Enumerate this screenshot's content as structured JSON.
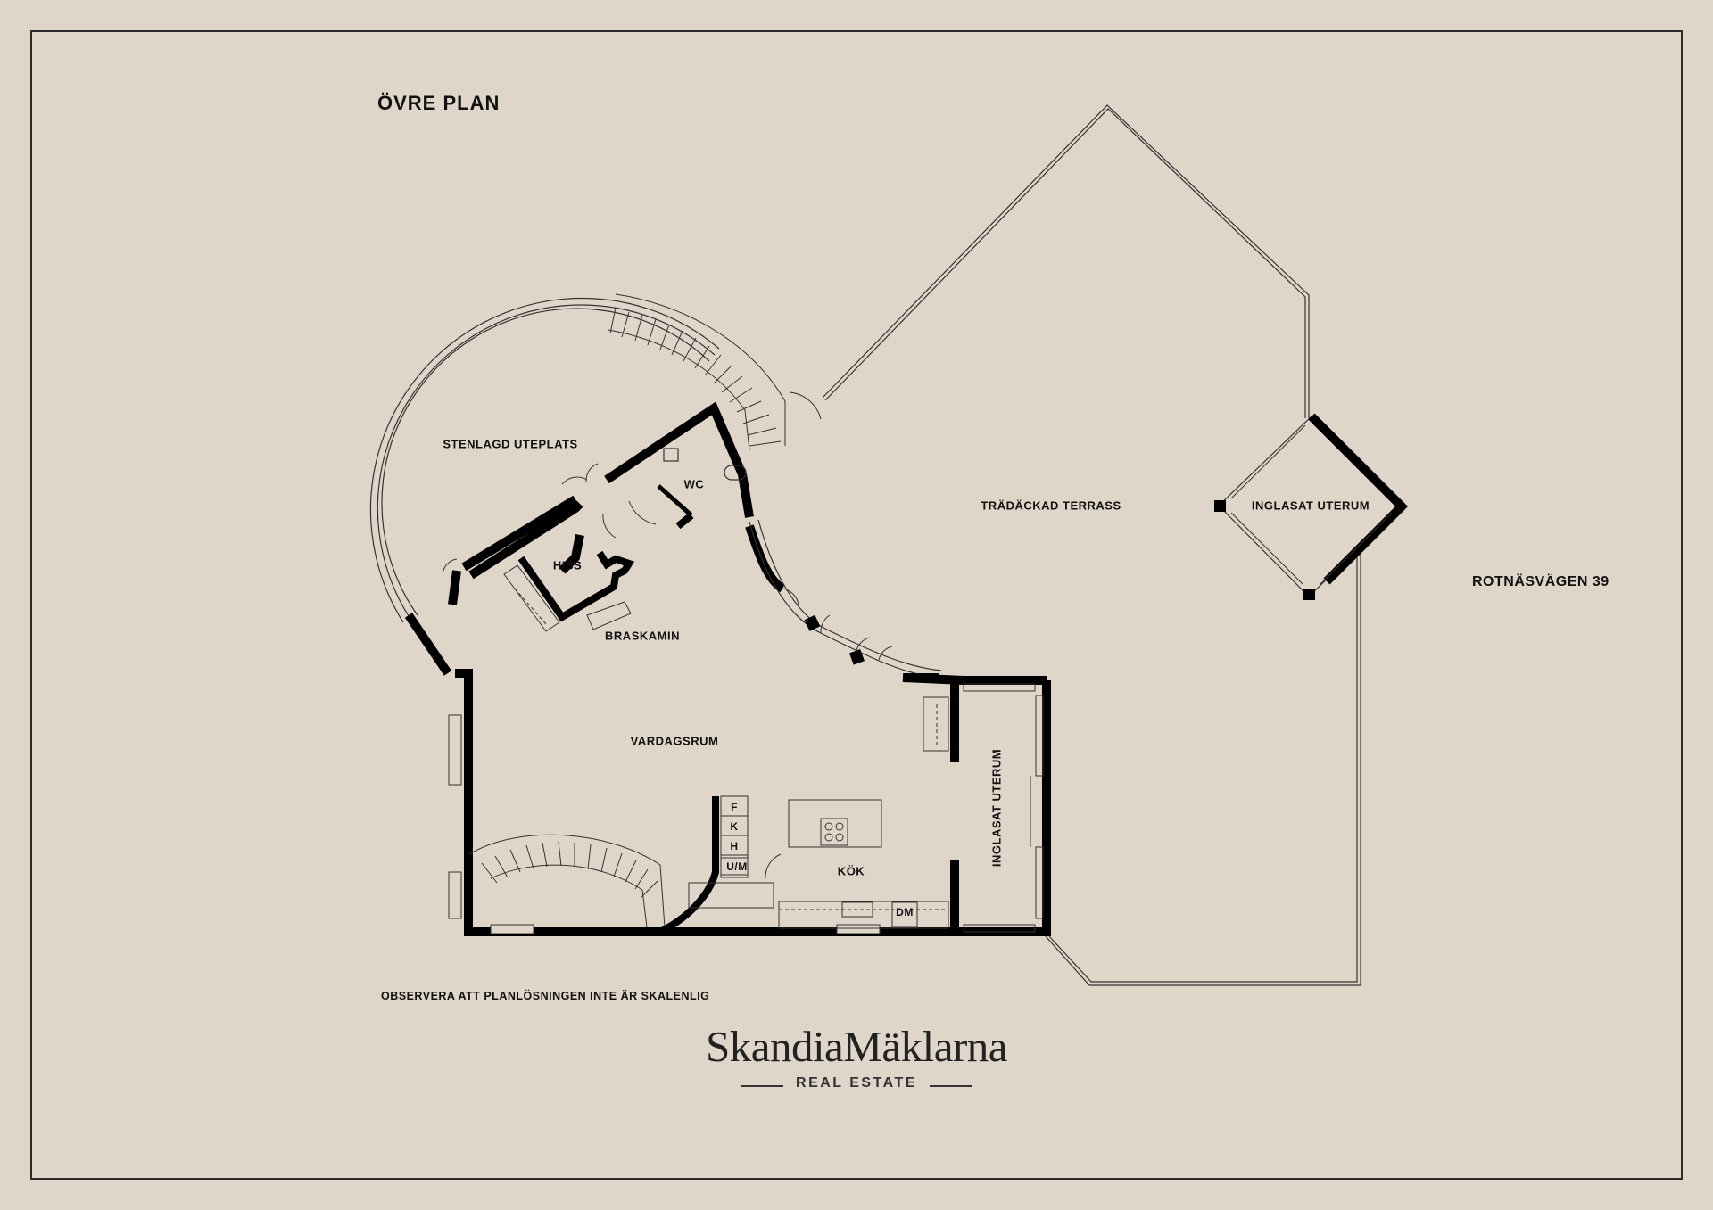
{
  "plan_title": "ÖVRE PLAN",
  "rooms": {
    "stenlagd_uteplats": "STENLAGD UTEPLATS",
    "wc": "WC",
    "hiss": "HISS",
    "braskamin": "BRASKAMIN",
    "vardagsrum": "VARDAGSRUM",
    "trädäckad_terrass": "TRÄDÄCKAD TERRASS",
    "inglasat_uterum_right": "INGLASAT UTERUM",
    "inglasat_uterum_left": "INGLASAT UTERUM",
    "kok": "KÖK"
  },
  "appliances": {
    "f": "F",
    "k": "K",
    "h": "H",
    "um": "U/M",
    "dm": "DM"
  },
  "street": "ROTNÄSVÄGEN 39",
  "disclaimer": "OBSERVERA ATT PLANLÖSNINGEN INTE ÄR SKALENLIG",
  "brand": {
    "name": "SkandiaMäklarna",
    "tagline": "REAL ESTATE"
  }
}
